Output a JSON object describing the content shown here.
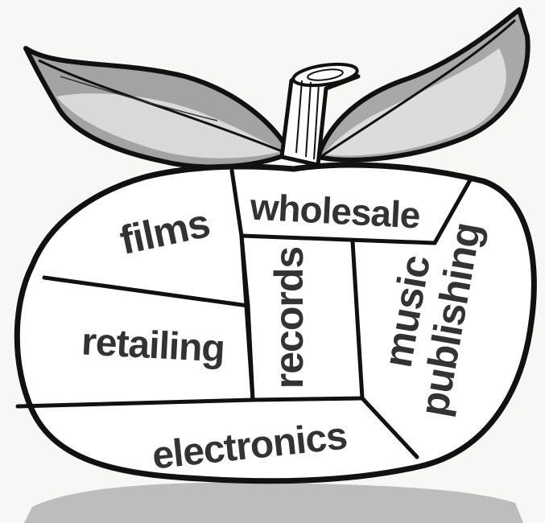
{
  "diagram": {
    "segments": [
      {
        "id": "films",
        "label": "films"
      },
      {
        "id": "wholesale",
        "label": "wholesale"
      },
      {
        "id": "records",
        "label": "records"
      },
      {
        "id": "music-publishing",
        "label_line1": "music",
        "label_line2": "publishing"
      },
      {
        "id": "retailing",
        "label": "retailing"
      },
      {
        "id": "electronics",
        "label": "electronics"
      }
    ]
  },
  "colors": {
    "background": "#f7f7f5",
    "ink": "#111111",
    "text": "#333333",
    "leaf_shade": "#9a9a9a",
    "leaf_light": "#cfcfcf",
    "ground": "#b8b8b8",
    "fill": "#ffffff"
  }
}
